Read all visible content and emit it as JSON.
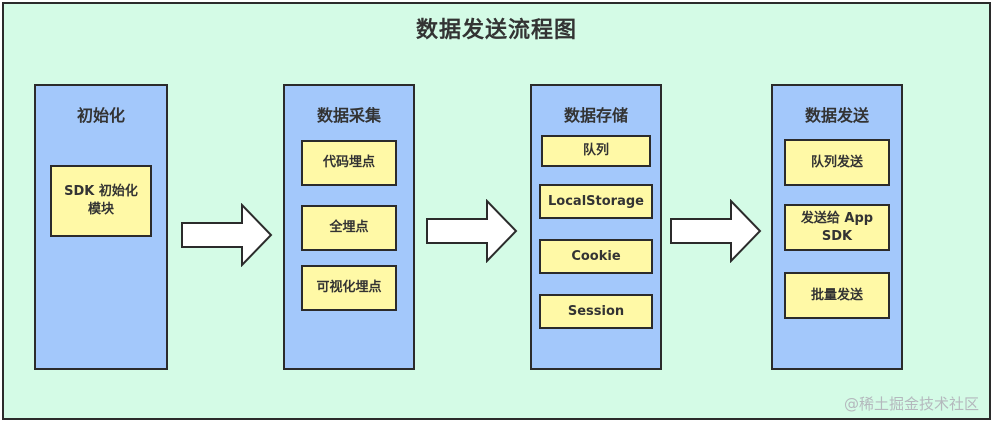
{
  "title": "数据发送流程图",
  "columns": [
    {
      "title": "初始化",
      "items": [
        "SDK 初始化\n模块"
      ]
    },
    {
      "title": "数据采集",
      "items": [
        "代码埋点",
        "全埋点",
        "可视化埋点"
      ]
    },
    {
      "title": "数据存储",
      "items": [
        "队列",
        "LocalStorage",
        "Cookie",
        "Session"
      ]
    },
    {
      "title": "数据发送",
      "items": [
        "队列发送",
        "发送给 App\nSDK",
        "批量发送"
      ]
    }
  ],
  "colors": {
    "background": "#d4fbe6",
    "column_fill": "#a3c8fb",
    "item_fill": "#fff9a6",
    "arrow_fill": "#ffffff",
    "stroke": "#2b2b2b"
  },
  "watermark": "@稀土掘金技术社区"
}
